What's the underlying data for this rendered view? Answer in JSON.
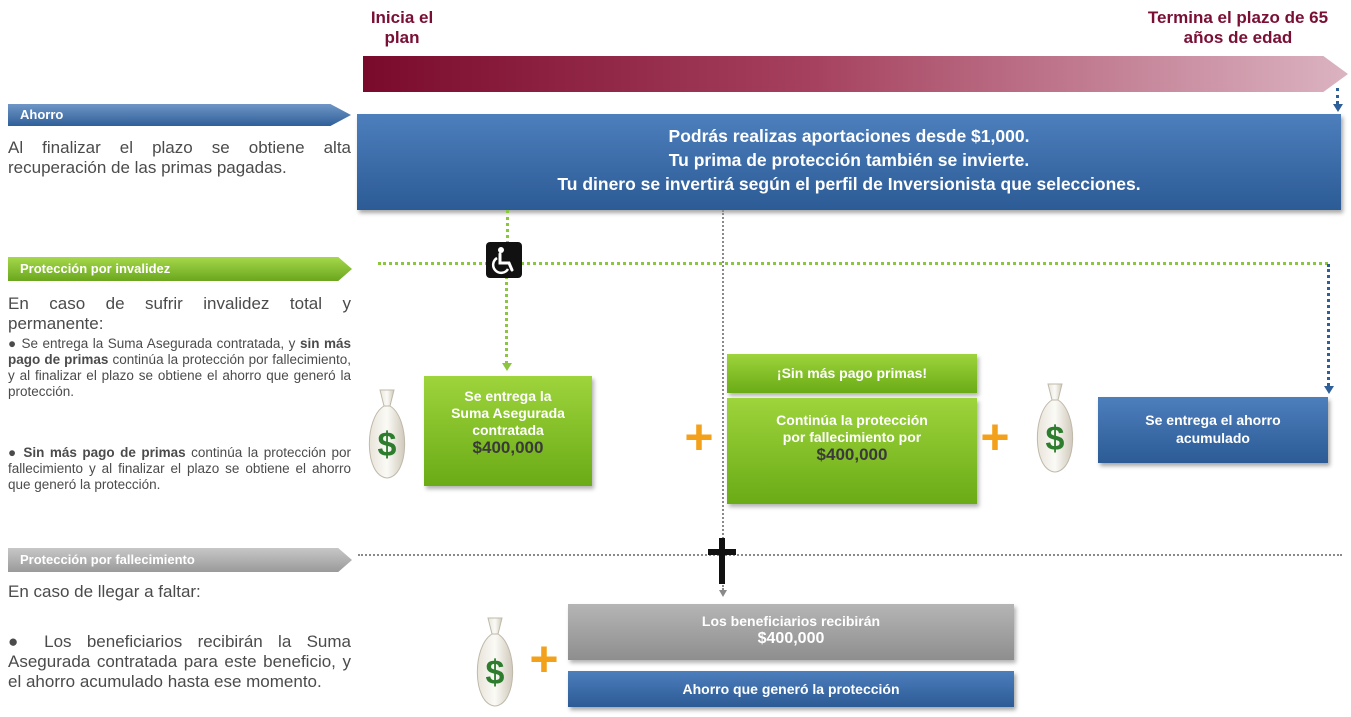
{
  "timeline": {
    "start_label": "Inicia el plan",
    "end_label": "Termina el plazo de 65 años de edad"
  },
  "sections": {
    "ahorro": {
      "tag": "Ahorro",
      "description": "Al finalizar el plazo se obtiene alta recuperación de las primas pagadas.",
      "box_lines": [
        "Podrás realizas aportaciones desde $1,000.",
        "Tu prima de protección también se invierte.",
        "Tu dinero se invertirá según el perfil de Inversionista que selecciones."
      ]
    },
    "invalidez": {
      "tag": "Protección por invalidez",
      "intro": "En caso de sufrir invalidez total y permanente:",
      "bullet1_a": "Se entrega la Suma Asegurada contratada, y ",
      "bullet1_b": "sin más pago de primas",
      "bullet1_c": " continúa la protección por fallecimiento, y al finalizar el plazo se obtiene el ahorro que generó la protección.",
      "bullet2_a": "Sin más pago de primas",
      "bullet2_b": " continúa la protección por fallecimiento y al finalizar el plazo se obtiene el ahorro que generó la protección.",
      "box1_text": "Se entrega la Suma Asegurada contratada",
      "box1_amount": "$400,000",
      "banner": "¡Sin más pago primas!",
      "box2_text": "Continúa la protección por fallecimiento por",
      "box2_amount": "$400,000",
      "box3_text": "Se entrega el ahorro acumulado"
    },
    "fallecimiento": {
      "tag": "Protección por fallecimiento",
      "intro": "En caso de llegar a faltar:",
      "bullet_a": "Los beneficiarios recibirán la Suma Asegurada contratada para este beneficio, y el ahorro acumulado hasta ese momento.",
      "box1_text": "Los beneficiarios recibirán",
      "box1_amount": "$400,000",
      "box2_text": "Ahorro que generó la protección"
    }
  },
  "symbols": {
    "plus": "+",
    "bullet": "●",
    "dollar": "$"
  },
  "colors": {
    "timeline_start": "#7a0a2c",
    "timeline_end": "#dbb3c1",
    "blue": "#2f5f99",
    "green": "#7dbb23",
    "gray": "#9a9a9a",
    "accent": "#f3a11a"
  }
}
